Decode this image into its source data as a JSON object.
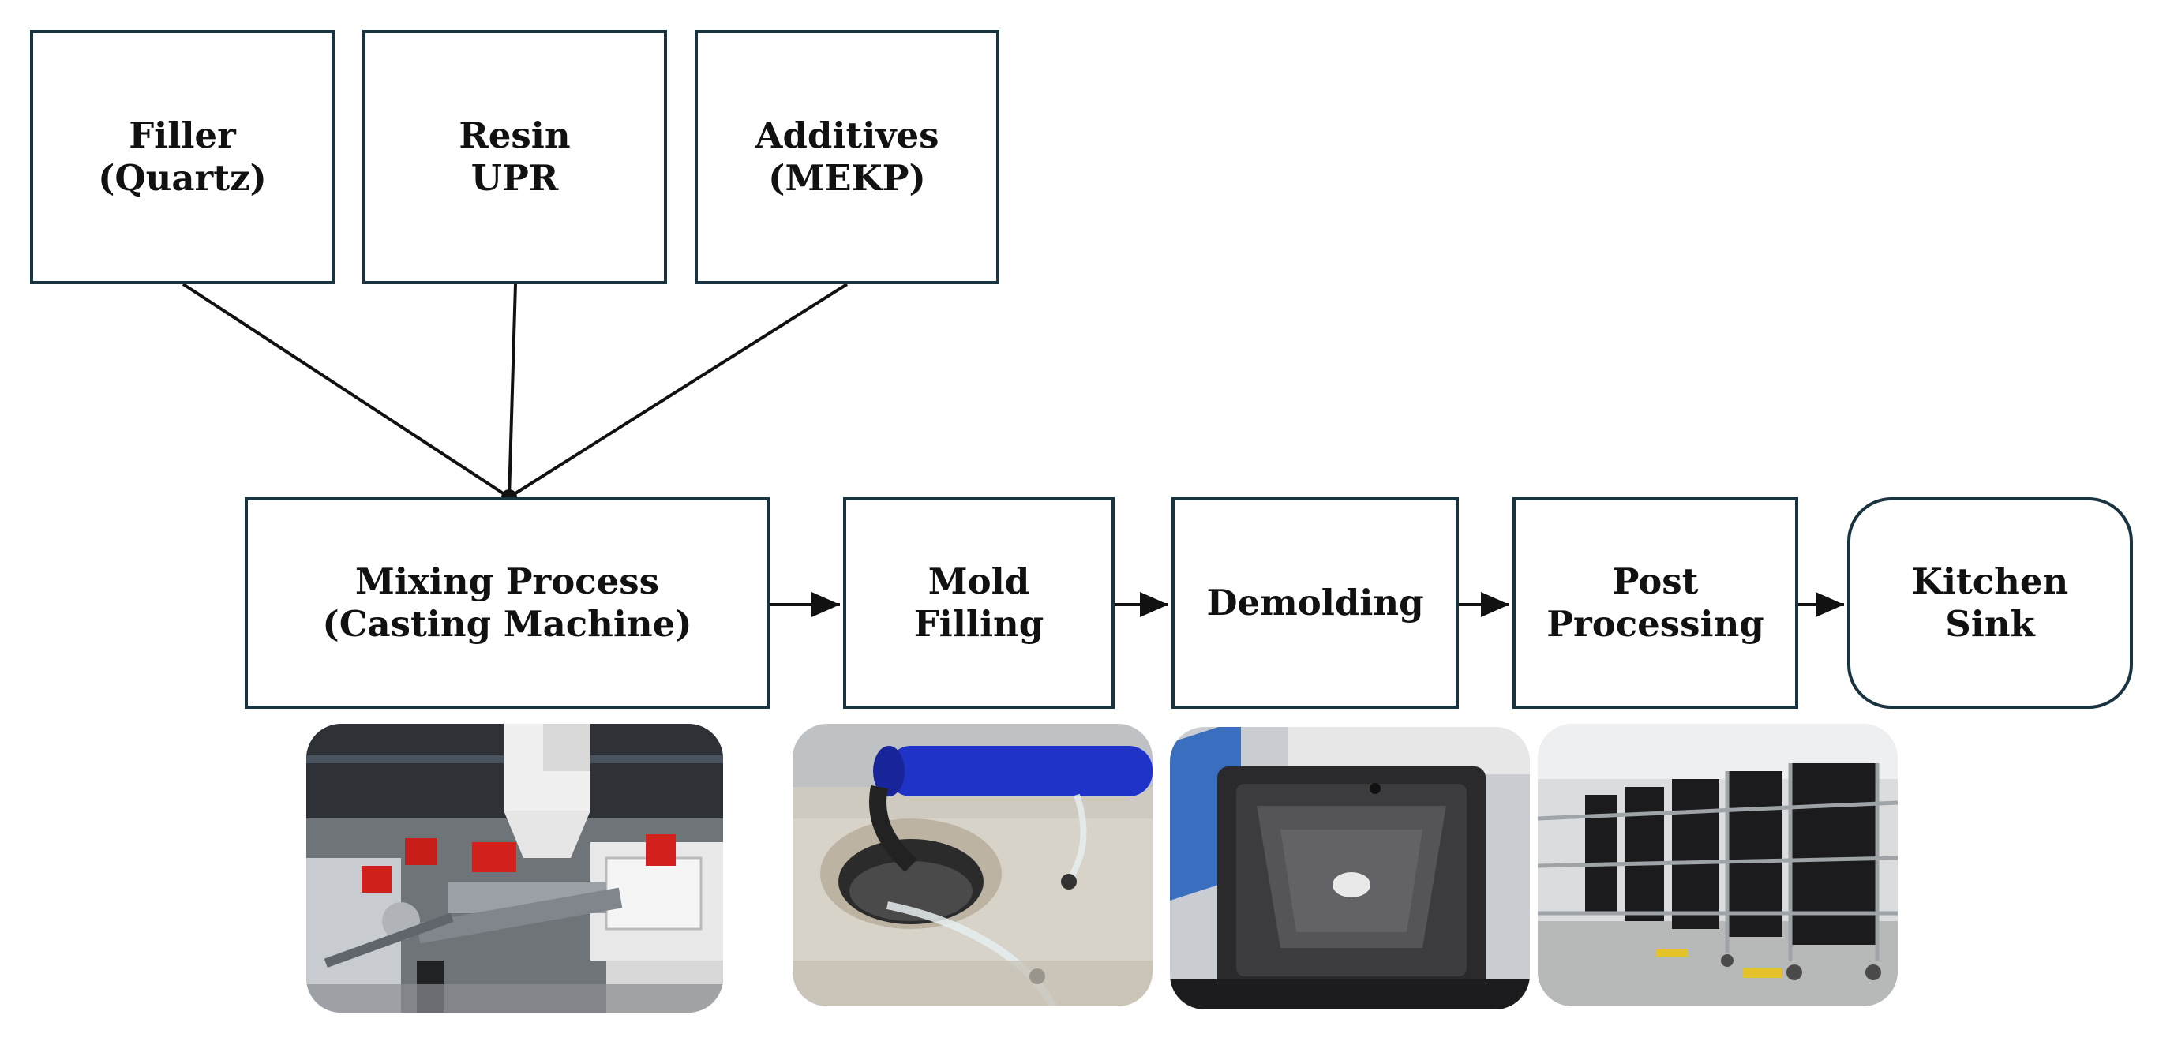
{
  "inputs": [
    {
      "line1": "Filler",
      "line2": "(Quartz)"
    },
    {
      "line1": "Resin",
      "line2": "UPR"
    },
    {
      "line1": "Additives",
      "line2": "(MEKP)"
    }
  ],
  "process": [
    {
      "line1": "Mixing Process",
      "line2": "(Casting Machine)"
    },
    {
      "line1": "Mold",
      "line2": "Filling"
    },
    {
      "line1": "Demolding",
      "line2": ""
    },
    {
      "line1": "Post",
      "line2": "Processing"
    },
    {
      "line1": "Kitchen",
      "line2": "Sink"
    }
  ],
  "photos": [
    {
      "subject": "casting-machine-photo"
    },
    {
      "subject": "mold-filling-photo"
    },
    {
      "subject": "demolded-sink-photo"
    },
    {
      "subject": "post-processing-racks-photo"
    }
  ],
  "colors": {
    "border": "#1a3340",
    "line": "#111111",
    "text": "#111111"
  }
}
